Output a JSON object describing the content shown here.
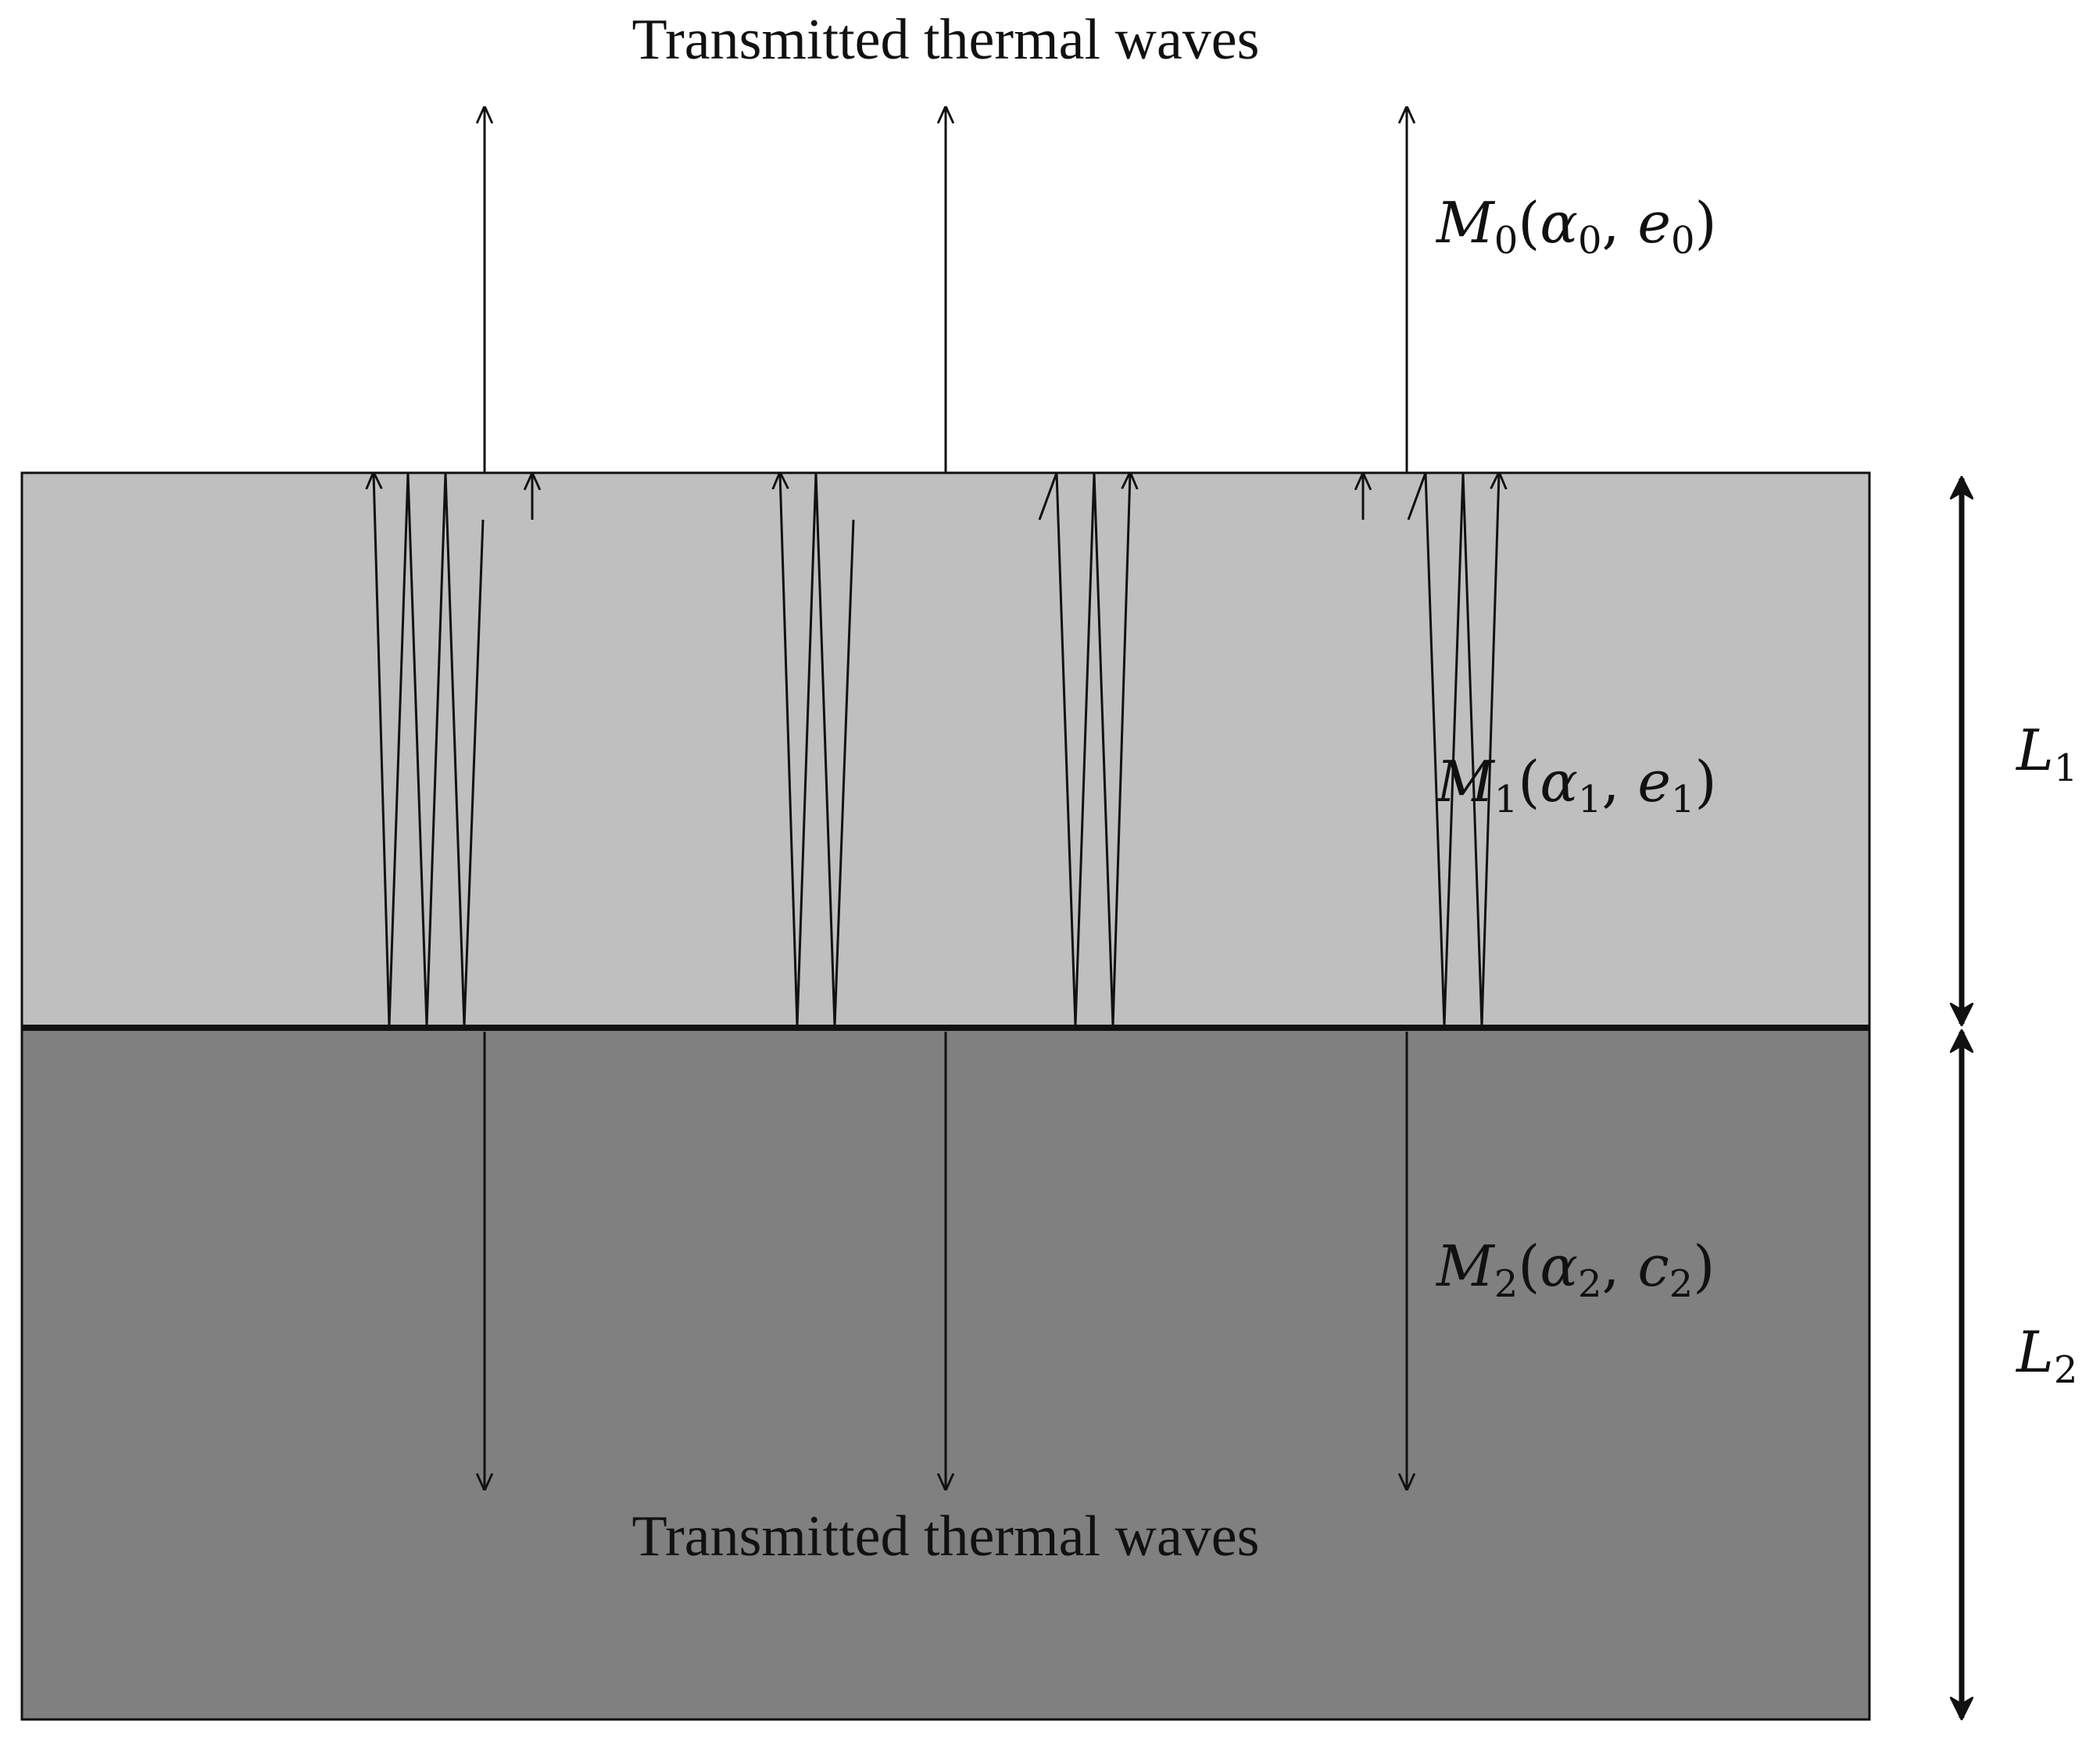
{
  "diagram": {
    "top_caption": "Transmitted thermal waves",
    "bottom_caption": "Transmitted thermal waves",
    "medium_0": {
      "symbol": "M",
      "index": "0",
      "param_a": "α",
      "param_a_index": "0",
      "param_b": "e",
      "param_b_index": "0"
    },
    "medium_1": {
      "symbol": "M",
      "index": "1",
      "param_a": "α",
      "param_a_index": "1",
      "param_b": "e",
      "param_b_index": "1"
    },
    "medium_2": {
      "symbol": "M",
      "index": "2",
      "param_a": "α",
      "param_a_index": "2",
      "param_b": "c",
      "param_b_index": "2"
    },
    "thickness_1": {
      "symbol": "L",
      "index": "1"
    },
    "thickness_2": {
      "symbol": "L",
      "index": "2"
    },
    "colors": {
      "layer_1_fill": "#bfbfbf",
      "layer_2_fill": "#808080",
      "stroke": "#111111",
      "background": "#ffffff"
    }
  }
}
